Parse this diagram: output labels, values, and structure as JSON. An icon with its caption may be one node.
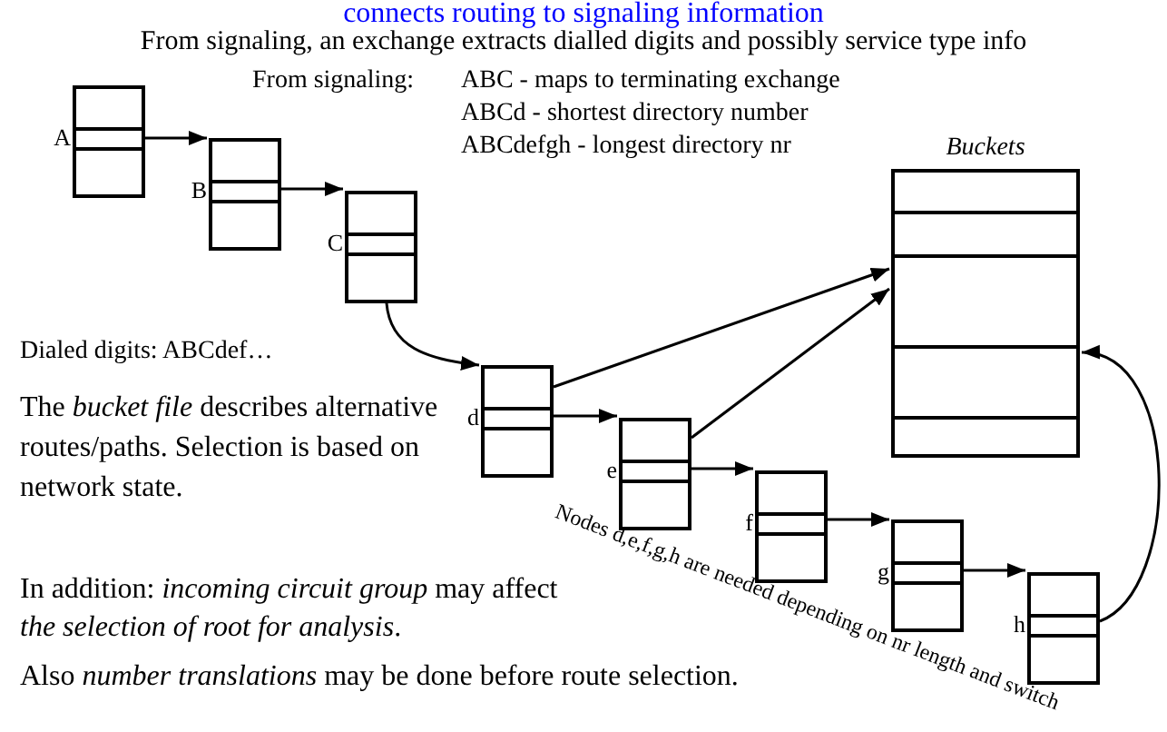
{
  "diagram": {
    "title": "connects routing to signaling information",
    "nodes": [
      {
        "text": [],
        "shape": "box",
        "beside": [
          "A"
        ]
      },
      {
        "text": [],
        "shape": "box",
        "beside": [
          "B"
        ]
      },
      {
        "text": [],
        "shape": "box",
        "beside": [
          "C"
        ]
      },
      {
        "text": [
          "Buckets"
        ]
      },
      {
        "text": [],
        "shape": "box",
        "beside": [
          "d"
        ]
      },
      {
        "text": [],
        "shape": "box",
        "beside": [
          "e"
        ]
      },
      {
        "text": [],
        "shape": "box",
        "beside": [
          "f"
        ]
      },
      {
        "text": [],
        "shape": "box",
        "beside": [
          "g"
        ]
      },
      {
        "text": [],
        "shape": "box",
        "beside": [
          "h"
        ]
      }
    ],
    "edges": [
      {
        "from": 0,
        "to": 1,
        "arrow": "to"
      },
      {
        "from": 1,
        "to": 2,
        "arrow": "to"
      },
      {
        "from": 2,
        "to": 4,
        "arrow": "to"
      },
      {
        "from": 4,
        "to": 3,
        "arrow": "to"
      },
      {
        "from": 4,
        "to": 5,
        "arrow": "to"
      },
      {
        "from": 5,
        "to": 3,
        "arrow": "to"
      },
      {
        "from": 5,
        "to": 6,
        "arrow": "to"
      },
      {
        "from": 6,
        "to": 7,
        "arrow": "to"
      },
      {
        "from": 7,
        "to": 8,
        "arrow": "to"
      },
      {
        "from": 8,
        "to": 3,
        "arrow": "to"
      }
    ],
    "labels": [
      "From signaling, an exchange extracts dialled digits and possibly service type info",
      "From signaling:",
      "ABC - maps to terminating exchange",
      "ABCd - shortest directory number",
      "ABCdefgh - longest directory nr",
      "Dialed digits: ABCdef…",
      "The *bucket file* describes alternative routes/paths. Selection is based on network state.",
      "Nodes d,e,f,g,h are needed depending on nr length and switch",
      "In addition: *incoming circuit group* may affect *the selection of root for analysis*.",
      "Also *number translations* may be done before route selection."
    ]
  }
}
